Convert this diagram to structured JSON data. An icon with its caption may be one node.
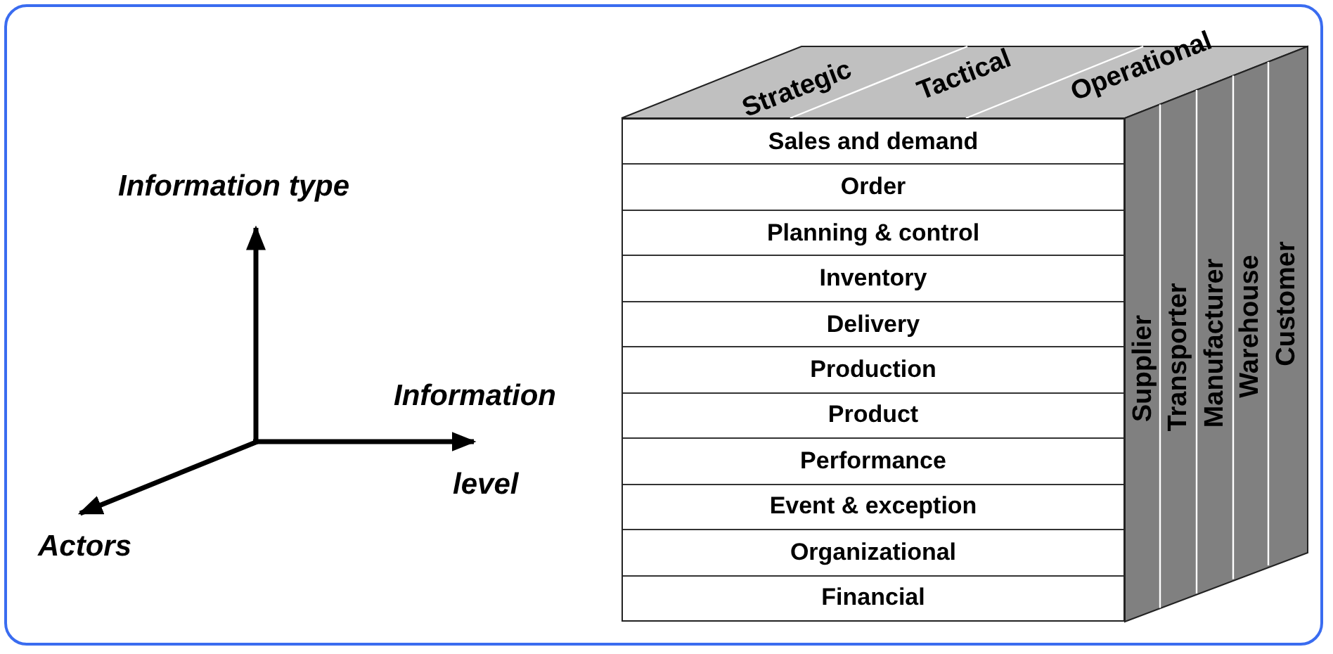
{
  "diagram": {
    "labels": [
      "Strategic",
      "Tactical",
      "Operational",
      "Sales and demand",
      "Order",
      "Planning & control",
      "Inventory",
      "Delivery",
      "Production",
      "Product",
      "Performance",
      "Event & exception",
      "Organizational",
      "Financial",
      "Supplier",
      "Transporter",
      "Manufacturer",
      "Warehouse",
      "Customer",
      "Information type",
      "Information",
      "level",
      "Actors"
    ]
  }
}
